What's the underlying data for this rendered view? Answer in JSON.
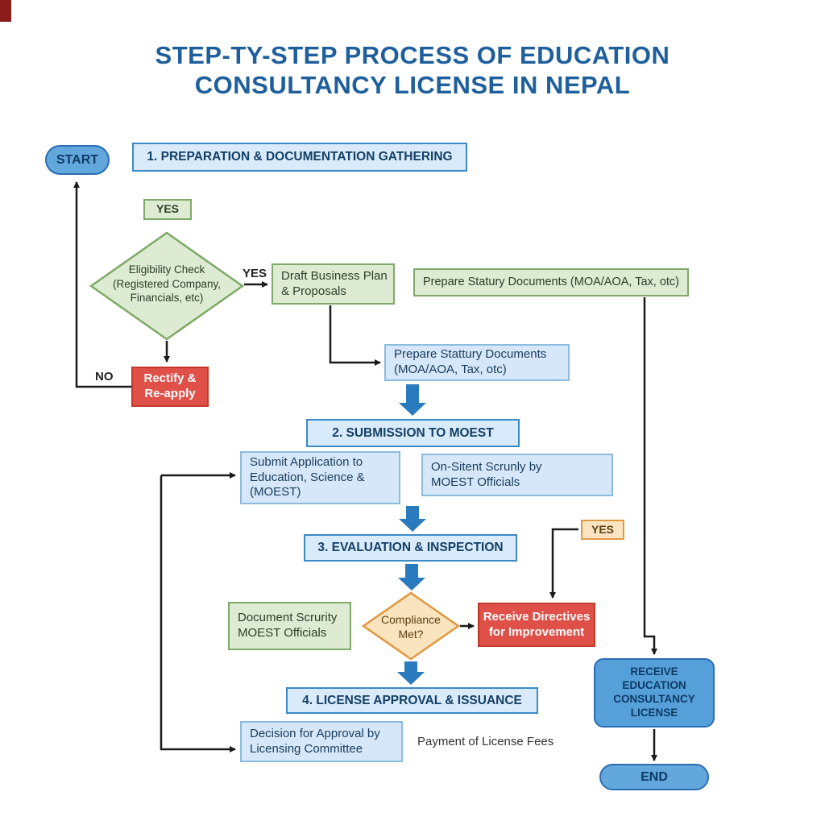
{
  "title": {
    "line1": "STEP-TY-STEP PROCESS OF EDUCATION",
    "line2": "CONSULTANCY LICENSE IN NEPAL"
  },
  "colors": {
    "title_text": "#1e5f9c",
    "header_fill": "#d9ebfa",
    "header_border": "#3a8ac6",
    "blue_box_fill": "#d5e7f8",
    "green_box_fill": "#dcebd2",
    "green_border": "#7fa968",
    "red_fill": "#df5048",
    "orange_fill": "#fbe4c1",
    "orange_border": "#e0983f",
    "block_arrow_blue": "#2a7abe",
    "terminal_fill": "#62a8dc",
    "license_fill": "#55a0d9"
  },
  "nodes": {
    "start": "START",
    "step1_header": "1. PREPARATION & DOCUMENTATION GATHERING",
    "yes_tag_top": "YES",
    "eligibility_check": "Eligibility Check\n(Registered Company,\nFinancials, etc)",
    "yes_branch_label": "YES",
    "no_branch_label": "NO",
    "draft_business_plan": "Draft Business Plan\n& Proposals",
    "prepare_statutory_green": "Prepare Statury Documents (MOA/AOA, Tax, otc)",
    "prepare_statutory_blue": "Prepare Stattury Documents\n(MOA/AOA, Tax, otc)",
    "rectify_reapply": "Rectify &\nRe-apply",
    "step2_header": "2. SUBMISSION TO MOEST",
    "submit_application": "Submit Application to\nEducation, Science &\n(MOEST)",
    "onsite_scrutiny": "On-Sitent Scrunly by\nMOEST Officials",
    "step3_header": "3. EVALUATION & INSPECTION",
    "yes_tag_right": "YES",
    "document_scrutiny": "Document Scrurity\nMOEST Officials",
    "compliance_met": "Compliance\nMet?",
    "receive_directives": "Receive Directives\nfor Improvement",
    "step4_header": "4. LICENSE APPROVAL & ISSUANCE",
    "decision_approval": "Decision for Approval by\nLicensing Committee",
    "payment_fees": "Payment of License Fees",
    "receive_license": "RECEIVE\nEDUCATION\nCONSULTANCY\nLICENSE",
    "end": "END"
  }
}
